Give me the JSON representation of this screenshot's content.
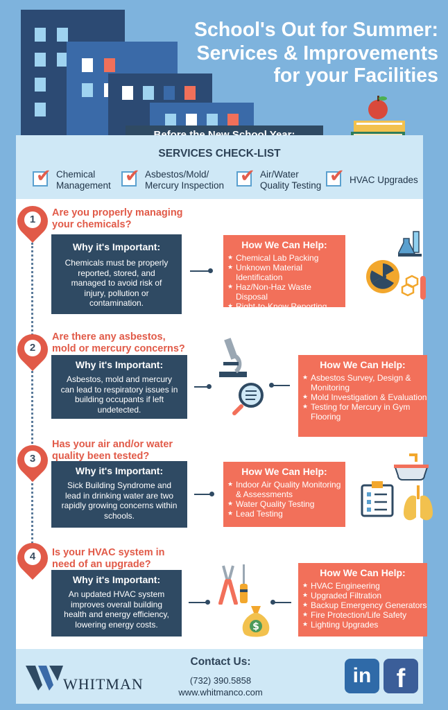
{
  "header": {
    "title_lines": [
      "School's Out for Summer:",
      "Services & Improvements",
      "for your Facilities"
    ],
    "banner": "Before the New School Year:"
  },
  "checklist": {
    "title": "SERVICES CHECK-LIST",
    "items": [
      {
        "line1": "Chemical",
        "line2": "Management"
      },
      {
        "line1": "Asbestos/Mold/",
        "line2": "Mercury Inspection"
      },
      {
        "line1": "Air/Water",
        "line2": "Quality Testing"
      },
      {
        "line1": "HVAC Upgrades",
        "line2": ""
      }
    ]
  },
  "steps": [
    {
      "number": "1",
      "question_lines": [
        "Are you properly managing",
        "your chemicals?"
      ],
      "why_title": "Why it's Important:",
      "why_body": "Chemicals must be properly reported, stored, and managed to avoid risk of injury, pollution or contamination.",
      "help_title": "How We Can Help:",
      "help_items": [
        "Chemical Lab Packing",
        "Unknown Material Identification",
        "Haz/Non-Haz Waste Disposal",
        "Right-to-Know Reporting"
      ]
    },
    {
      "number": "2",
      "question_lines": [
        "Are there any asbestos,",
        "mold or mercury concerns?"
      ],
      "why_title": "Why it's Important:",
      "why_body": "Asbestos, mold and mercury can lead to respiratory issues in building occupants if left undetected.",
      "help_title": "How We Can Help:",
      "help_items": [
        "Asbestos Survey, Design & Monitoring",
        "Mold Investigation & Evaluation",
        "Testing for Mercury in Gym Flooring"
      ]
    },
    {
      "number": "3",
      "question_lines": [
        "Has your air and/or water",
        "quality been tested?"
      ],
      "why_title": "Why it's Important:",
      "why_body": "Sick Building Syndrome and lead in drinking water are two rapidly growing concerns within schools.",
      "help_title": "How We Can Help:",
      "help_items": [
        "Indoor Air Quality Monitoring & Assessments",
        "Water Quality Testing",
        "Lead Testing"
      ]
    },
    {
      "number": "4",
      "question_lines": [
        "Is your HVAC system in",
        "need of an upgrade?"
      ],
      "why_title": "Why it's Important:",
      "why_body": "An updated HVAC system improves overall building health and energy efficiency, lowering energy costs.",
      "help_title": "How We Can Help:",
      "help_items": [
        "HVAC Engineering",
        "Upgraded Filtration",
        "Backup Emergency Generators",
        "Fire Protection/Life Safety",
        "Lighting Upgrades"
      ]
    }
  ],
  "footer": {
    "company": "WHITMAN",
    "contact_title": "Contact Us:",
    "phone": "(732) 390.5858",
    "website": "www.whitmanco.com",
    "social": {
      "linkedin": "in",
      "facebook": "f"
    }
  },
  "icons": [
    "building-icon",
    "apple-books-icon",
    "lab-flask-icon",
    "radiation-icon",
    "hazard-molecule-icon",
    "microscope-icon",
    "magnifier-icon",
    "sink-faucet-icon",
    "clipboard-checklist-icon",
    "lungs-icon",
    "pliers-icon",
    "screwdriver-icon",
    "money-bag-icon",
    "linkedin-icon",
    "facebook-icon"
  ],
  "colors": {
    "navy": "#2f4a63",
    "coral": "#f2705a",
    "red": "#e15a48",
    "light_blue": "#cfe8f6",
    "sky": "#7eb3dd"
  }
}
